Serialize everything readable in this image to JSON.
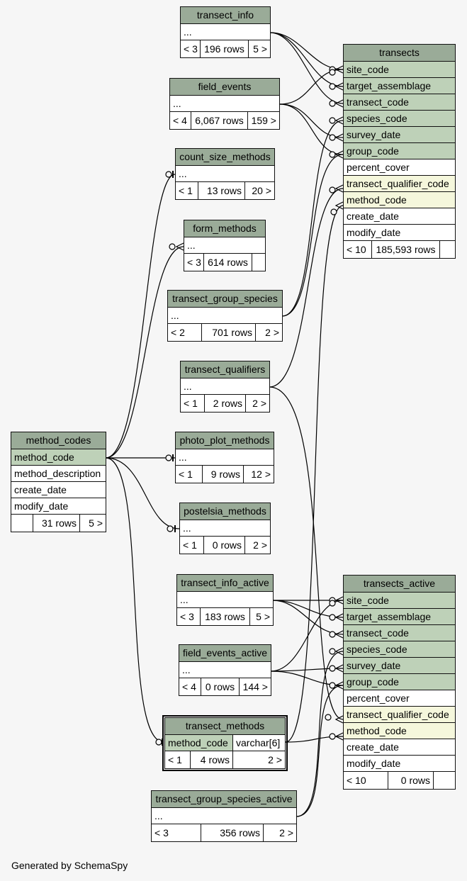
{
  "diagram": {
    "generated_by": "Generated by SchemaSpy",
    "tables": [
      {
        "id": "transect_info",
        "name": "transect_info",
        "cols": [
          "..."
        ],
        "footer": [
          "< 3",
          "196 rows",
          "5 >"
        ]
      },
      {
        "id": "field_events",
        "name": "field_events",
        "cols": [
          "..."
        ],
        "footer": [
          "< 4",
          "6,067 rows",
          "159 >"
        ]
      },
      {
        "id": "count_size_methods",
        "name": "count_size_methods",
        "cols": [
          "..."
        ],
        "footer": [
          "< 1",
          "13 rows",
          "20 >"
        ]
      },
      {
        "id": "form_methods",
        "name": "form_methods",
        "cols": [
          "..."
        ],
        "footer": [
          "< 3",
          "614 rows",
          ""
        ]
      },
      {
        "id": "transect_group_species",
        "name": "transect_group_species",
        "cols": [
          "..."
        ],
        "footer": [
          "< 2",
          "701 rows",
          "2 >"
        ]
      },
      {
        "id": "transect_qualifiers",
        "name": "transect_qualifiers",
        "cols": [
          "..."
        ],
        "footer": [
          "< 1",
          "2 rows",
          "2 >"
        ]
      },
      {
        "id": "photo_plot_methods",
        "name": "photo_plot_methods",
        "cols": [
          "..."
        ],
        "footer": [
          "< 1",
          "9 rows",
          "12 >"
        ]
      },
      {
        "id": "postelsia_methods",
        "name": "postelsia_methods",
        "cols": [
          "..."
        ],
        "footer": [
          "< 1",
          "0 rows",
          "2 >"
        ]
      },
      {
        "id": "transect_info_active",
        "name": "transect_info_active",
        "cols": [
          "..."
        ],
        "footer": [
          "< 3",
          "183 rows",
          "5 >"
        ]
      },
      {
        "id": "field_events_active",
        "name": "field_events_active",
        "cols": [
          "..."
        ],
        "footer": [
          "< 4",
          "0 rows",
          "144 >"
        ]
      },
      {
        "id": "transect_group_species_active",
        "name": "transect_group_species_active",
        "cols": [
          "..."
        ],
        "footer": [
          "< 3",
          "356 rows",
          "2 >"
        ]
      },
      {
        "id": "method_codes",
        "name": "method_codes",
        "cols": [
          "method_code",
          "method_description",
          "create_date",
          "modify_date"
        ],
        "footer": [
          "",
          "31 rows",
          "5 >"
        ]
      },
      {
        "id": "transect_methods",
        "name": "transect_methods",
        "cols": [
          "method_code"
        ],
        "col_types": [
          "varchar[6]"
        ],
        "footer": [
          "< 1",
          "4 rows",
          "2 >"
        ]
      },
      {
        "id": "transects",
        "name": "transects",
        "cols": [
          "site_code",
          "target_assemblage",
          "transect_code",
          "species_code",
          "survey_date",
          "group_code",
          "percent_cover",
          "transect_qualifier_code",
          "method_code",
          "create_date",
          "modify_date"
        ],
        "footer": [
          "< 10",
          "185,593 rows",
          ""
        ]
      },
      {
        "id": "transects_active",
        "name": "transects_active",
        "cols": [
          "site_code",
          "target_assemblage",
          "transect_code",
          "species_code",
          "survey_date",
          "group_code",
          "percent_cover",
          "transect_qualifier_code",
          "method_code",
          "create_date",
          "modify_date"
        ],
        "footer": [
          "< 10",
          "0 rows",
          ""
        ]
      }
    ],
    "relationships": [
      {
        "from": "transect_info",
        "to": "transects.site_code"
      },
      {
        "from": "transect_info",
        "to": "transects.target_assemblage"
      },
      {
        "from": "transect_info",
        "to": "transects.transect_code"
      },
      {
        "from": "field_events",
        "to": "transects.site_code"
      },
      {
        "from": "field_events",
        "to": "transects.survey_date"
      },
      {
        "from": "field_events",
        "to": "transects.group_code"
      },
      {
        "from": "transect_group_species",
        "to": "transects.species_code"
      },
      {
        "from": "transect_group_species",
        "to": "transects.group_code"
      },
      {
        "from": "transect_qualifiers",
        "to": "transects.transect_qualifier_code"
      },
      {
        "from": "transect_qualifiers",
        "to": "transects_active.transect_qualifier_code"
      },
      {
        "from": "method_codes.method_code",
        "to": "count_size_methods"
      },
      {
        "from": "method_codes.method_code",
        "to": "form_methods"
      },
      {
        "from": "method_codes.method_code",
        "to": "photo_plot_methods"
      },
      {
        "from": "method_codes.method_code",
        "to": "postelsia_methods"
      },
      {
        "from": "method_codes.method_code",
        "to": "transect_methods.method_code"
      },
      {
        "from": "transect_methods.method_code",
        "to": "transects.method_code"
      },
      {
        "from": "transect_methods.method_code",
        "to": "transects_active.method_code"
      },
      {
        "from": "transect_info_active",
        "to": "transects_active.site_code"
      },
      {
        "from": "transect_info_active",
        "to": "transects_active.target_assemblage"
      },
      {
        "from": "transect_info_active",
        "to": "transects_active.transect_code"
      },
      {
        "from": "field_events_active",
        "to": "transects_active.site_code"
      },
      {
        "from": "field_events_active",
        "to": "transects_active.survey_date"
      },
      {
        "from": "field_events_active",
        "to": "transects_active.group_code"
      },
      {
        "from": "transect_group_species_active",
        "to": "transects_active.species_code"
      },
      {
        "from": "transect_group_species_active",
        "to": "transects_active.group_code"
      }
    ]
  }
}
